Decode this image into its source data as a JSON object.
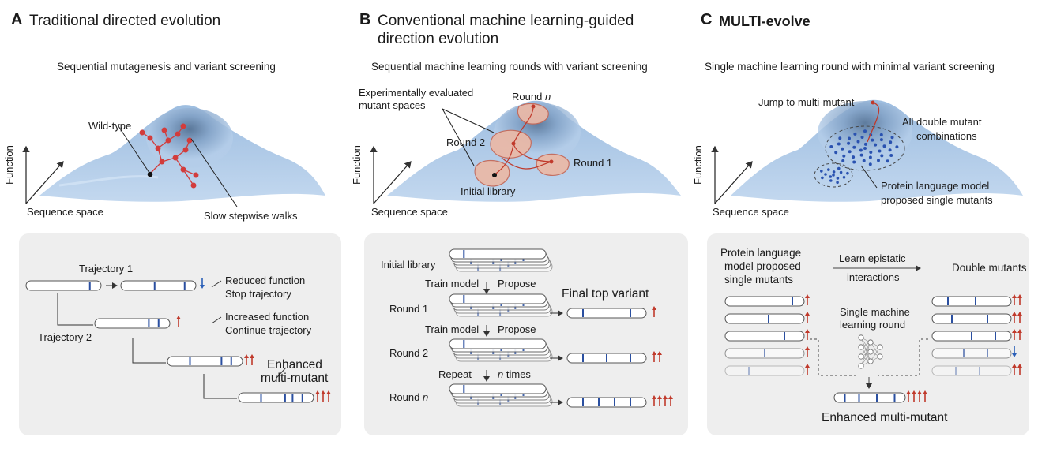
{
  "panelA": {
    "letter": "A",
    "title": "Traditional directed evolution",
    "subtitle": "Sequential mutagenesis and variant screening",
    "wild_type": "Wild-type",
    "slow_walks": "Slow stepwise walks",
    "axis_function": "Function",
    "axis_sequence": "Sequence space",
    "trajectory1": "Trajectory 1",
    "trajectory2": "Trajectory 2",
    "reduced": "Reduced function",
    "stop": "Stop trajectory",
    "increased": "Increased function",
    "continue": "Continue trajectory",
    "enhanced1": "Enhanced",
    "enhanced2": "multi-mutant"
  },
  "panelB": {
    "letter": "B",
    "title_line1": "Conventional machine learning-guided",
    "title_line2": "direction evolution",
    "subtitle": "Sequential machine learning rounds with variant screening",
    "exp_eval1": "Experimentally evaluated",
    "exp_eval2": "mutant spaces",
    "round_n": "Round",
    "round_n_italic": "n",
    "round2": "Round 2",
    "round1": "Round 1",
    "initial_library": "Initial library",
    "axis_function": "Function",
    "axis_sequence": "Sequence space",
    "box_initial": "Initial library",
    "train1": "Train model",
    "propose1": "Propose",
    "box_round1": "Round 1",
    "train2": "Train model",
    "propose2": "Propose",
    "box_round2": "Round 2",
    "repeat": "Repeat",
    "n_times_n": "n",
    "n_times": "times",
    "box_round_n": "Round",
    "box_round_n_italic": "n",
    "final_top": "Final top variant"
  },
  "panelC": {
    "letter": "C",
    "title": "MULTI-evolve",
    "subtitle": "Single machine learning round with minimal variant screening",
    "jump": "Jump to multi-mutant",
    "all_double1": "All double mutant",
    "all_double2": "combinations",
    "plm1": "Protein language model",
    "plm2": "proposed single mutants",
    "axis_function": "Function",
    "axis_sequence": "Sequence space",
    "box_plm1": "Protein language",
    "box_plm2": "model proposed",
    "box_plm3": "single mutants",
    "learn1": "Learn epistatic",
    "learn2": "interactions",
    "double_mutants": "Double mutants",
    "single_ml1": "Single machine",
    "single_ml2": "learning round",
    "enhanced_multi": "Enhanced multi-mutant"
  },
  "colors": {
    "mutation_blue": "#2a4fa0",
    "up_red": "#c0392b",
    "down_blue": "#2a5fb8",
    "landscape": "#a9c6e6",
    "box_bg": "#eeeeee"
  }
}
